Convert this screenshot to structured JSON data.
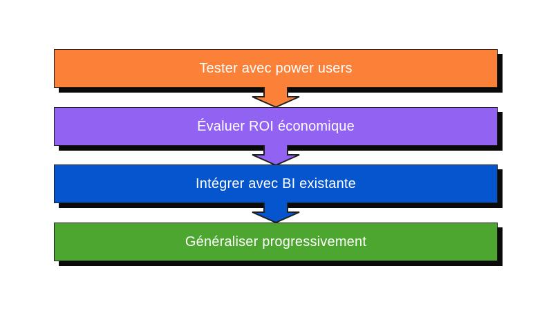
{
  "diagram": {
    "type": "process-flow",
    "background_color": "#ffffff",
    "shadow_color": "#0a0a0a",
    "outline_color": "#1f1f1f",
    "text_color": "#ffffff",
    "connector_icon": "down-arrow-icon",
    "steps": [
      {
        "label": "Tester avec power users",
        "color": "#FA8137"
      },
      {
        "label": "Évaluer ROI économique",
        "color": "#9262F2"
      },
      {
        "label": "Intégrer avec BI existante",
        "color": "#0455CE"
      },
      {
        "label": "Généraliser progressivement",
        "color": "#4CA62F"
      }
    ]
  }
}
